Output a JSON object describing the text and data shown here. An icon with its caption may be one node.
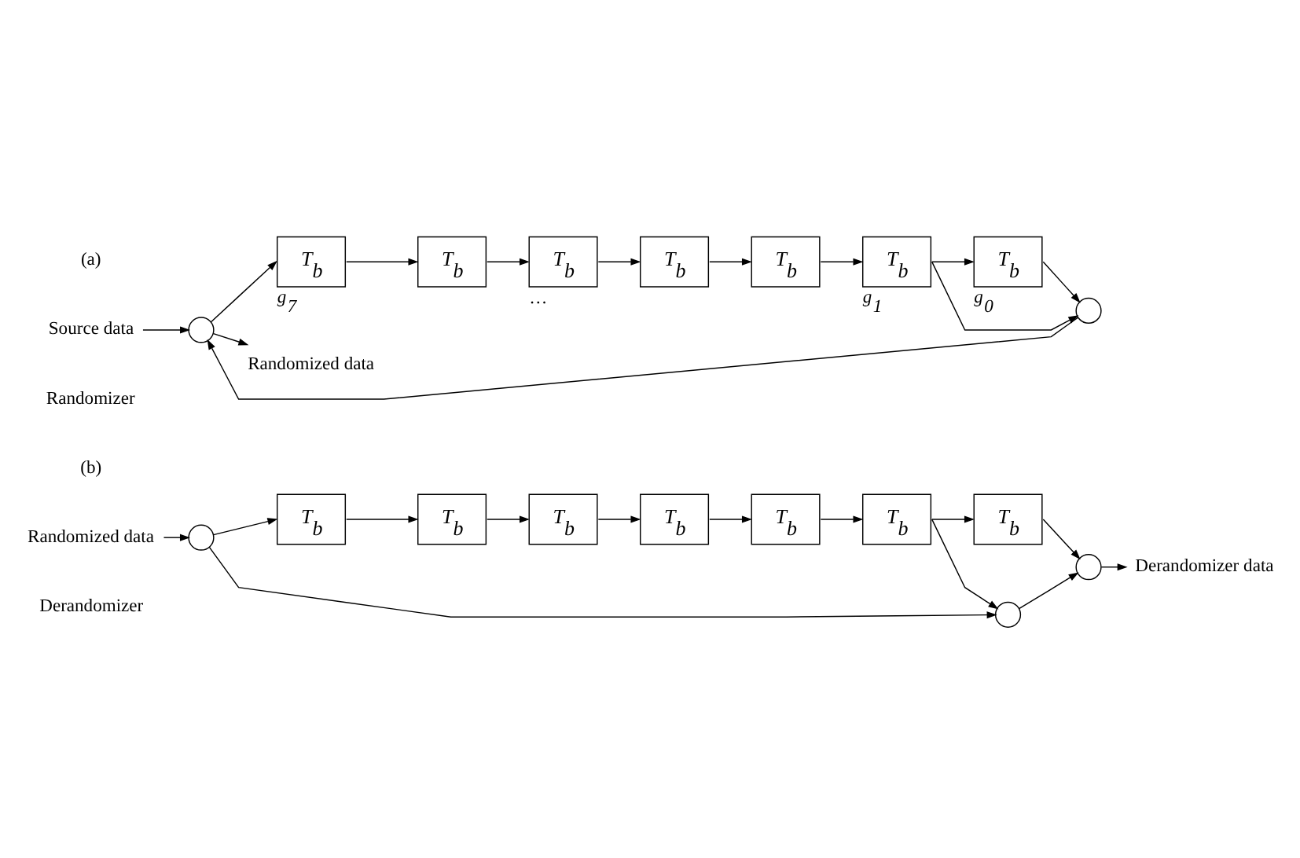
{
  "diagram": {
    "nodes": [
      {
        "text": [
          "Source data"
        ]
      },
      {
        "text": [],
        "shape": "circle"
      },
      {
        "text": [
          "T$_{b}$"
        ],
        "beside": [
          "g$_{7}$"
        ]
      },
      {
        "text": [
          "T$_{b}$"
        ]
      },
      {
        "text": [
          "T$_{b}$"
        ],
        "beside": [
          "…"
        ]
      },
      {
        "text": [
          "T$_{b}$"
        ]
      },
      {
        "text": [
          "T$_{b}$"
        ]
      },
      {
        "text": [
          "T$_{b}$"
        ],
        "beside": [
          "g$_{1}$"
        ]
      },
      {
        "text": [
          "T$_{b}$"
        ],
        "beside": [
          "g$_{0}$"
        ]
      },
      {
        "text": [
          "Randomized data"
        ]
      },
      {
        "text": [],
        "shape": "circle"
      },
      {
        "text": [
          "Randomized data"
        ]
      },
      {
        "text": [],
        "shape": "circle"
      },
      {
        "text": [
          "T$_{b}$"
        ]
      },
      {
        "text": [
          "T$_{b}$"
        ]
      },
      {
        "text": [
          "T$_{b}$"
        ]
      },
      {
        "text": [
          "T$_{b}$"
        ]
      },
      {
        "text": [
          "T$_{b}$"
        ]
      },
      {
        "text": [
          "T$_{b}$"
        ]
      },
      {
        "text": [
          "T$_{b}$"
        ]
      },
      {
        "text": [],
        "shape": "circle"
      },
      {
        "text": [],
        "shape": "circle"
      },
      {
        "text": [
          "Derandomizer data"
        ]
      }
    ],
    "edges": [
      {
        "from": 0,
        "to": 1,
        "arrow": "to"
      },
      {
        "from": 1,
        "to": 2,
        "arrow": "to"
      },
      {
        "from": 1,
        "to": 9,
        "arrow": "to"
      },
      {
        "from": 2,
        "to": 3,
        "arrow": "to"
      },
      {
        "from": 3,
        "to": 4,
        "arrow": "to"
      },
      {
        "from": 4,
        "to": 5,
        "arrow": "to"
      },
      {
        "from": 5,
        "to": 6,
        "arrow": "to"
      },
      {
        "from": 6,
        "to": 7,
        "arrow": "to"
      },
      {
        "from": 7,
        "to": 8,
        "arrow": "to"
      },
      {
        "from": 7,
        "to": 10,
        "arrow": "to"
      },
      {
        "from": 8,
        "to": 10,
        "arrow": "to"
      },
      {
        "from": 10,
        "to": 1,
        "arrow": "to"
      },
      {
        "from": 11,
        "to": 12,
        "arrow": "to"
      },
      {
        "from": 12,
        "to": 13,
        "arrow": "to"
      },
      {
        "from": 13,
        "to": 14,
        "arrow": "to"
      },
      {
        "from": 14,
        "to": 15,
        "arrow": "to"
      },
      {
        "from": 15,
        "to": 16,
        "arrow": "to"
      },
      {
        "from": 16,
        "to": 17,
        "arrow": "to"
      },
      {
        "from": 17,
        "to": 18,
        "arrow": "to"
      },
      {
        "from": 18,
        "to": 19,
        "arrow": "to"
      },
      {
        "from": 18,
        "to": 20,
        "arrow": "to"
      },
      {
        "from": 12,
        "to": 20,
        "arrow": "to"
      },
      {
        "from": 19,
        "to": 21,
        "arrow": "to"
      },
      {
        "from": 20,
        "to": 21,
        "arrow": "to"
      },
      {
        "from": 21,
        "to": 22,
        "arrow": "to"
      }
    ],
    "labels": [
      "(a)",
      "Randomizer",
      "(b)",
      "Derandomizer"
    ]
  }
}
